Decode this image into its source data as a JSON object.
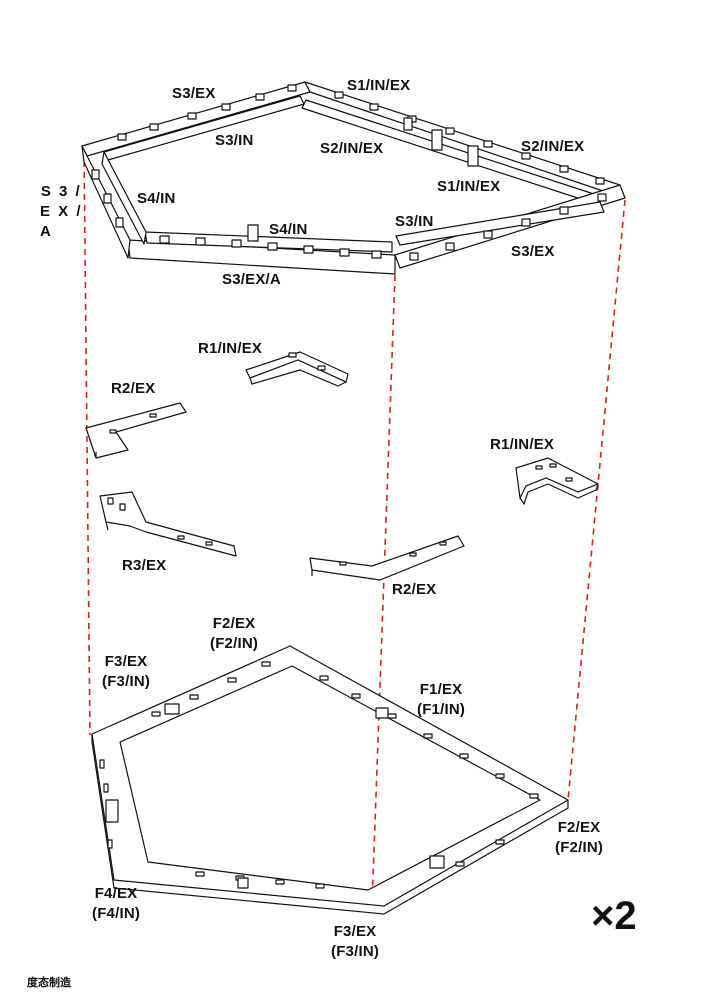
{
  "labels": {
    "s3_ex_top": "S3/EX",
    "s1_in_ex_top": "S1/IN/EX",
    "s3_in_top": "S3/IN",
    "s2_in_ex_mid": "S2/IN/EX",
    "s2_in_ex_right": "S2/IN/EX",
    "s1_in_ex_right": "S1/IN/EX",
    "s3_ex_a_left": [
      "S 3 /",
      "E X /",
      "A"
    ],
    "s4_in_left": "S4/IN",
    "s4_in_front": "S4/IN",
    "s3_in_front": "S3/IN",
    "s3_ex_front": "S3/EX",
    "s3_ex_a_front": "S3/EX/A",
    "r1_in_ex_a": "R1/IN/EX",
    "r2_ex_a": "R2/EX",
    "r1_in_ex_b": "R1/IN/EX",
    "r3_ex": "R3/EX",
    "r2_ex_b": "R2/EX",
    "f2_top": [
      "F2/EX",
      "(F2/IN)"
    ],
    "f3_left": [
      "F3/EX",
      "(F3/IN)"
    ],
    "f1_right": [
      "F1/EX",
      "(F1/IN)"
    ],
    "f2_right": [
      "F2/EX",
      "(F2/IN)"
    ],
    "f4_bottom": [
      "F4/EX",
      "(F4/IN)"
    ],
    "f3_bottom": [
      "F3/EX",
      "(F3/IN)"
    ]
  },
  "multiplier": "×2",
  "credit": "度态制造",
  "colors": {
    "line": "#111111",
    "guide": "#d61f1f",
    "fill": "#ffffff"
  }
}
